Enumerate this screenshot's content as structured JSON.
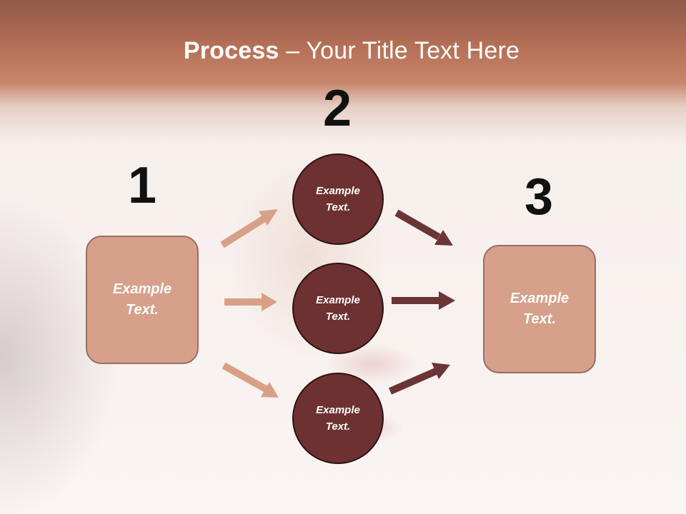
{
  "title": {
    "bold": "Process",
    "rest": " – Your Title Text Here"
  },
  "steps": [
    {
      "number": "1",
      "label": "Example\nText."
    },
    {
      "number": "2",
      "labels": [
        "Example\nText.",
        "Example\nText.",
        "Example\nText."
      ]
    },
    {
      "number": "3",
      "label": "Example\nText."
    }
  ],
  "colors": {
    "box_fill": "#d6a08a",
    "circle_fill": "#6e3131",
    "light_arrow": "#d9a088",
    "dark_arrow": "#6b3535",
    "title_band": "#b36e55"
  }
}
